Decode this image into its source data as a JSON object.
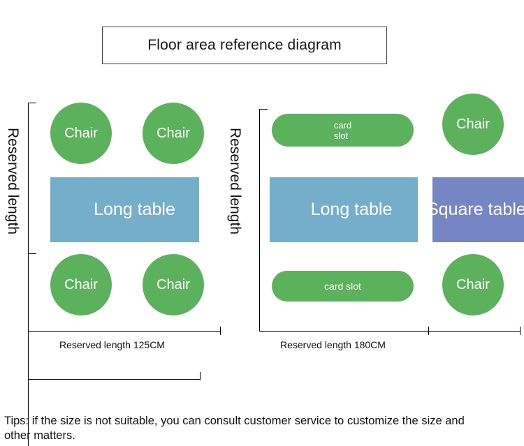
{
  "title": {
    "text": "Floor area reference diagram"
  },
  "colors": {
    "chair": "#5cb25c",
    "card_slot": "#5cb25c",
    "long_table": "#74aecb",
    "square_table": "#7685c4",
    "line": "#000000",
    "title_border": "#3c3c3c",
    "background": "#ffffff"
  },
  "diagrams": [
    {
      "id": "left",
      "vertical_label": "Reserved length",
      "bottom_caption": "Reserved length 125CM",
      "items": [
        {
          "name": "chair-top-left",
          "label": "Chair",
          "shape": "circle",
          "fill": "#5cb25c"
        },
        {
          "name": "chair-top-right",
          "label": "Chair",
          "shape": "circle",
          "fill": "#5cb25c"
        },
        {
          "name": "long-table",
          "label": "Long table",
          "shape": "rect",
          "fill": "#74aecb"
        },
        {
          "name": "chair-bottom-left",
          "label": "Chair",
          "shape": "circle",
          "fill": "#5cb25c"
        },
        {
          "name": "chair-bottom-right",
          "label": "Chair",
          "shape": "circle",
          "fill": "#5cb25c"
        }
      ]
    },
    {
      "id": "right",
      "vertical_label": "Reserved length",
      "bottom_caption": "Reserved length 180CM",
      "items": [
        {
          "name": "card-slot-top",
          "label_line1": "card",
          "label_line2": "slot",
          "shape": "pill",
          "fill": "#5cb25c"
        },
        {
          "name": "chair-top-right",
          "label": "Chair",
          "shape": "circle",
          "fill": "#5cb25c"
        },
        {
          "name": "long-table",
          "label": "Long table",
          "shape": "rect",
          "fill": "#74aecb"
        },
        {
          "name": "square-table",
          "label": "Square table",
          "shape": "rect",
          "fill": "#7685c4"
        },
        {
          "name": "card-slot-bottom",
          "label": "card slot",
          "shape": "pill",
          "fill": "#5cb25c"
        },
        {
          "name": "chair-bottom-right",
          "label": "Chair",
          "shape": "circle",
          "fill": "#5cb25c"
        }
      ]
    }
  ],
  "tips": {
    "text": "Tips: if the size is not suitable, you can consult customer service to customize the size and other matters."
  }
}
